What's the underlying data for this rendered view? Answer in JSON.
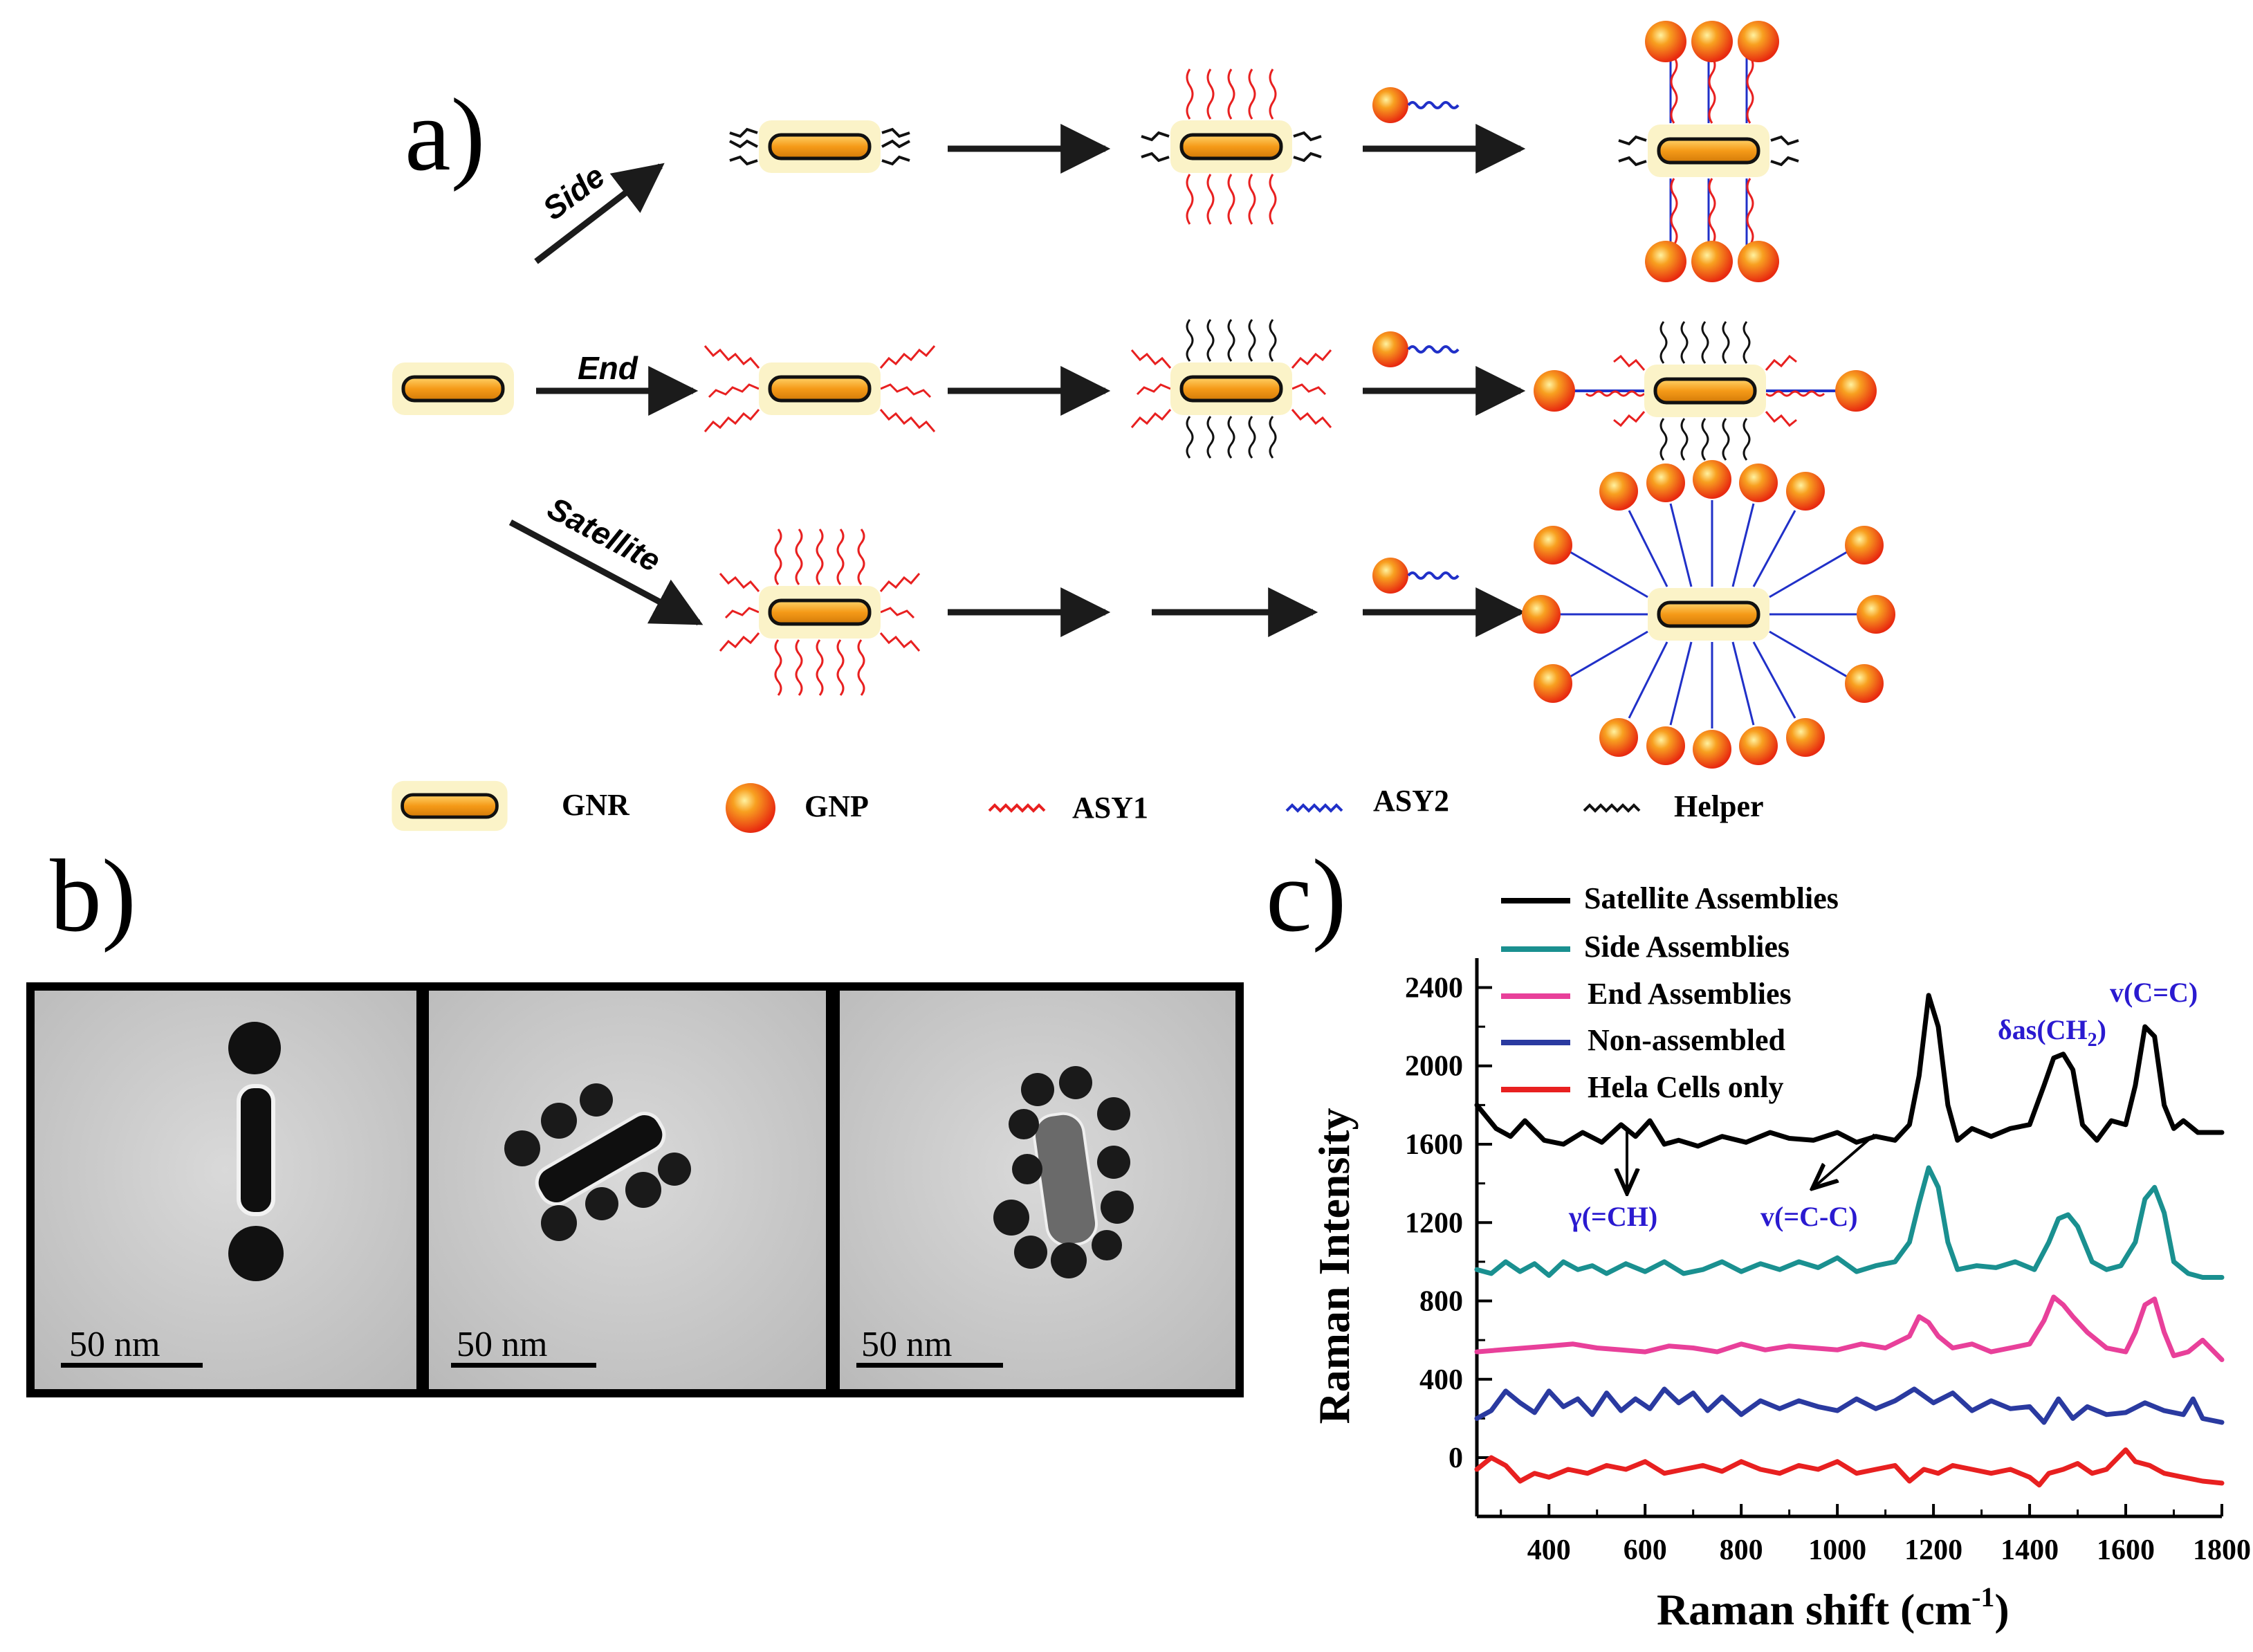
{
  "panel_a": {
    "label": "a)",
    "routes": {
      "side": "Side",
      "end": "End",
      "satellite": "Satellite"
    },
    "legend": [
      {
        "key": "gnr",
        "label": "GNR"
      },
      {
        "key": "gnp",
        "label": "GNP"
      },
      {
        "key": "asy1",
        "label": "ASY1"
      },
      {
        "key": "asy2",
        "label": "ASY2"
      },
      {
        "key": "helper",
        "label": "Helper"
      }
    ],
    "colors": {
      "gnr_fill": "#f5a623",
      "gnr_outline": "#111111",
      "gnp": "#f03a1c",
      "asy1": "#e82020",
      "asy2": "#2030c8",
      "helper": "#111111",
      "ligand_dot": "#2eaa3a"
    }
  },
  "panel_b": {
    "label": "b)",
    "images": [
      {
        "name": "end-assembly-tem",
        "scale_bar": "50 nm"
      },
      {
        "name": "side-assembly-tem",
        "scale_bar": "50 nm"
      },
      {
        "name": "satellite-assembly-tem",
        "scale_bar": "50 nm"
      }
    ]
  },
  "panel_c": {
    "label": "c)",
    "annotations": {
      "gamma_ch": "γ(=CH)",
      "v_cc_single": "v(=C-C)",
      "delta_ch2_main": "δas(CH",
      "delta_ch2_sub": "2",
      "delta_ch2_close": ")",
      "v_cc_double": "v(C=C)"
    },
    "annotation_color": "#2a1ad0"
  },
  "chart_data": {
    "type": "line",
    "xlabel_main": "Raman shift (cm",
    "xlabel_sup": "-1",
    "xlabel_close": ")",
    "ylabel": "Raman Intensity",
    "xlim": [
      250,
      1800
    ],
    "ylim": [
      -300,
      2550
    ],
    "x_ticks": [
      "400",
      "600",
      "800",
      "1000",
      "1200",
      "1400",
      "1600",
      "1800"
    ],
    "x_tick_values": [
      400,
      600,
      800,
      1000,
      1200,
      1400,
      1600,
      1800
    ],
    "y_ticks": [
      "0",
      "400",
      "800",
      "1200",
      "1600",
      "2000",
      "2400"
    ],
    "y_tick_values": [
      0,
      400,
      800,
      1200,
      1600,
      2000,
      2400
    ],
    "series": [
      {
        "name": "Satellite Assemblies",
        "color": "#000000",
        "x": [
          250,
          290,
          320,
          350,
          390,
          430,
          470,
          510,
          550,
          580,
          610,
          640,
          670,
          710,
          760,
          810,
          860,
          900,
          950,
          1000,
          1040,
          1080,
          1120,
          1150,
          1170,
          1190,
          1210,
          1230,
          1250,
          1280,
          1320,
          1360,
          1400,
          1430,
          1450,
          1470,
          1490,
          1510,
          1540,
          1570,
          1600,
          1620,
          1640,
          1660,
          1680,
          1700,
          1720,
          1750,
          1800
        ],
        "y": [
          1800,
          1680,
          1640,
          1720,
          1620,
          1600,
          1660,
          1610,
          1700,
          1640,
          1720,
          1600,
          1620,
          1590,
          1640,
          1610,
          1660,
          1630,
          1620,
          1660,
          1610,
          1640,
          1620,
          1700,
          1950,
          2360,
          2200,
          1800,
          1620,
          1680,
          1640,
          1680,
          1700,
          1900,
          2040,
          2060,
          1980,
          1700,
          1620,
          1720,
          1700,
          1900,
          2200,
          2150,
          1800,
          1680,
          1720,
          1660,
          1660
        ]
      },
      {
        "name": "Side Assemblies",
        "color": "#1a9090",
        "x": [
          250,
          280,
          310,
          340,
          370,
          400,
          430,
          460,
          490,
          520,
          560,
          600,
          640,
          680,
          720,
          760,
          800,
          840,
          880,
          920,
          960,
          1000,
          1040,
          1080,
          1120,
          1150,
          1170,
          1190,
          1210,
          1230,
          1250,
          1290,
          1330,
          1370,
          1410,
          1440,
          1460,
          1480,
          1500,
          1530,
          1560,
          1590,
          1620,
          1640,
          1660,
          1680,
          1700,
          1730,
          1760,
          1800
        ],
        "y": [
          960,
          940,
          1000,
          950,
          990,
          930,
          1000,
          960,
          980,
          940,
          990,
          950,
          1000,
          940,
          960,
          1000,
          950,
          990,
          960,
          1000,
          970,
          1020,
          950,
          980,
          1000,
          1100,
          1300,
          1480,
          1380,
          1100,
          960,
          980,
          970,
          1000,
          960,
          1100,
          1220,
          1240,
          1180,
          1000,
          960,
          980,
          1100,
          1320,
          1380,
          1250,
          1000,
          940,
          920,
          920
        ]
      },
      {
        "name": "End Assemblies",
        "color": "#e8409a",
        "x": [
          250,
          300,
          350,
          400,
          450,
          500,
          550,
          600,
          650,
          700,
          750,
          800,
          850,
          900,
          950,
          1000,
          1050,
          1100,
          1150,
          1170,
          1190,
          1210,
          1240,
          1280,
          1320,
          1360,
          1400,
          1430,
          1450,
          1470,
          1490,
          1520,
          1560,
          1600,
          1620,
          1640,
          1660,
          1680,
          1700,
          1730,
          1760,
          1800
        ],
        "y": [
          540,
          550,
          560,
          570,
          580,
          560,
          550,
          540,
          570,
          560,
          540,
          580,
          550,
          570,
          560,
          550,
          580,
          560,
          620,
          720,
          690,
          620,
          560,
          580,
          540,
          560,
          580,
          700,
          820,
          780,
          720,
          640,
          560,
          540,
          640,
          780,
          810,
          640,
          520,
          540,
          600,
          500
        ]
      },
      {
        "name": "Non-assembled",
        "color": "#2a3aa0",
        "x": [
          250,
          280,
          310,
          340,
          370,
          400,
          430,
          460,
          490,
          520,
          550,
          580,
          610,
          640,
          670,
          700,
          730,
          760,
          800,
          840,
          880,
          920,
          960,
          1000,
          1040,
          1080,
          1120,
          1160,
          1200,
          1240,
          1280,
          1320,
          1360,
          1400,
          1430,
          1460,
          1490,
          1520,
          1560,
          1600,
          1640,
          1680,
          1720,
          1740,
          1760,
          1800
        ],
        "y": [
          200,
          240,
          340,
          280,
          230,
          340,
          260,
          300,
          220,
          330,
          240,
          300,
          250,
          350,
          280,
          330,
          240,
          310,
          220,
          290,
          250,
          290,
          260,
          240,
          300,
          250,
          290,
          350,
          280,
          330,
          240,
          290,
          250,
          260,
          180,
          300,
          200,
          260,
          220,
          230,
          280,
          240,
          220,
          300,
          200,
          180
        ]
      },
      {
        "name": "Hela Cells only",
        "color": "#e82020",
        "x": [
          250,
          280,
          310,
          340,
          370,
          400,
          440,
          480,
          520,
          560,
          600,
          640,
          680,
          720,
          760,
          800,
          840,
          880,
          920,
          960,
          1000,
          1040,
          1080,
          1120,
          1150,
          1180,
          1210,
          1240,
          1280,
          1320,
          1360,
          1400,
          1420,
          1440,
          1470,
          1500,
          1530,
          1560,
          1600,
          1620,
          1650,
          1680,
          1720,
          1760,
          1800
        ],
        "y": [
          -60,
          0,
          -40,
          -120,
          -80,
          -100,
          -60,
          -80,
          -40,
          -60,
          -20,
          -80,
          -60,
          -40,
          -70,
          -20,
          -60,
          -80,
          -40,
          -60,
          -20,
          -80,
          -60,
          -40,
          -120,
          -60,
          -80,
          -40,
          -60,
          -80,
          -60,
          -100,
          -140,
          -80,
          -60,
          -30,
          -80,
          -60,
          40,
          -20,
          -40,
          -80,
          -100,
          -120,
          -130
        ]
      }
    ],
    "legend_position": "top-left",
    "grid": false
  }
}
